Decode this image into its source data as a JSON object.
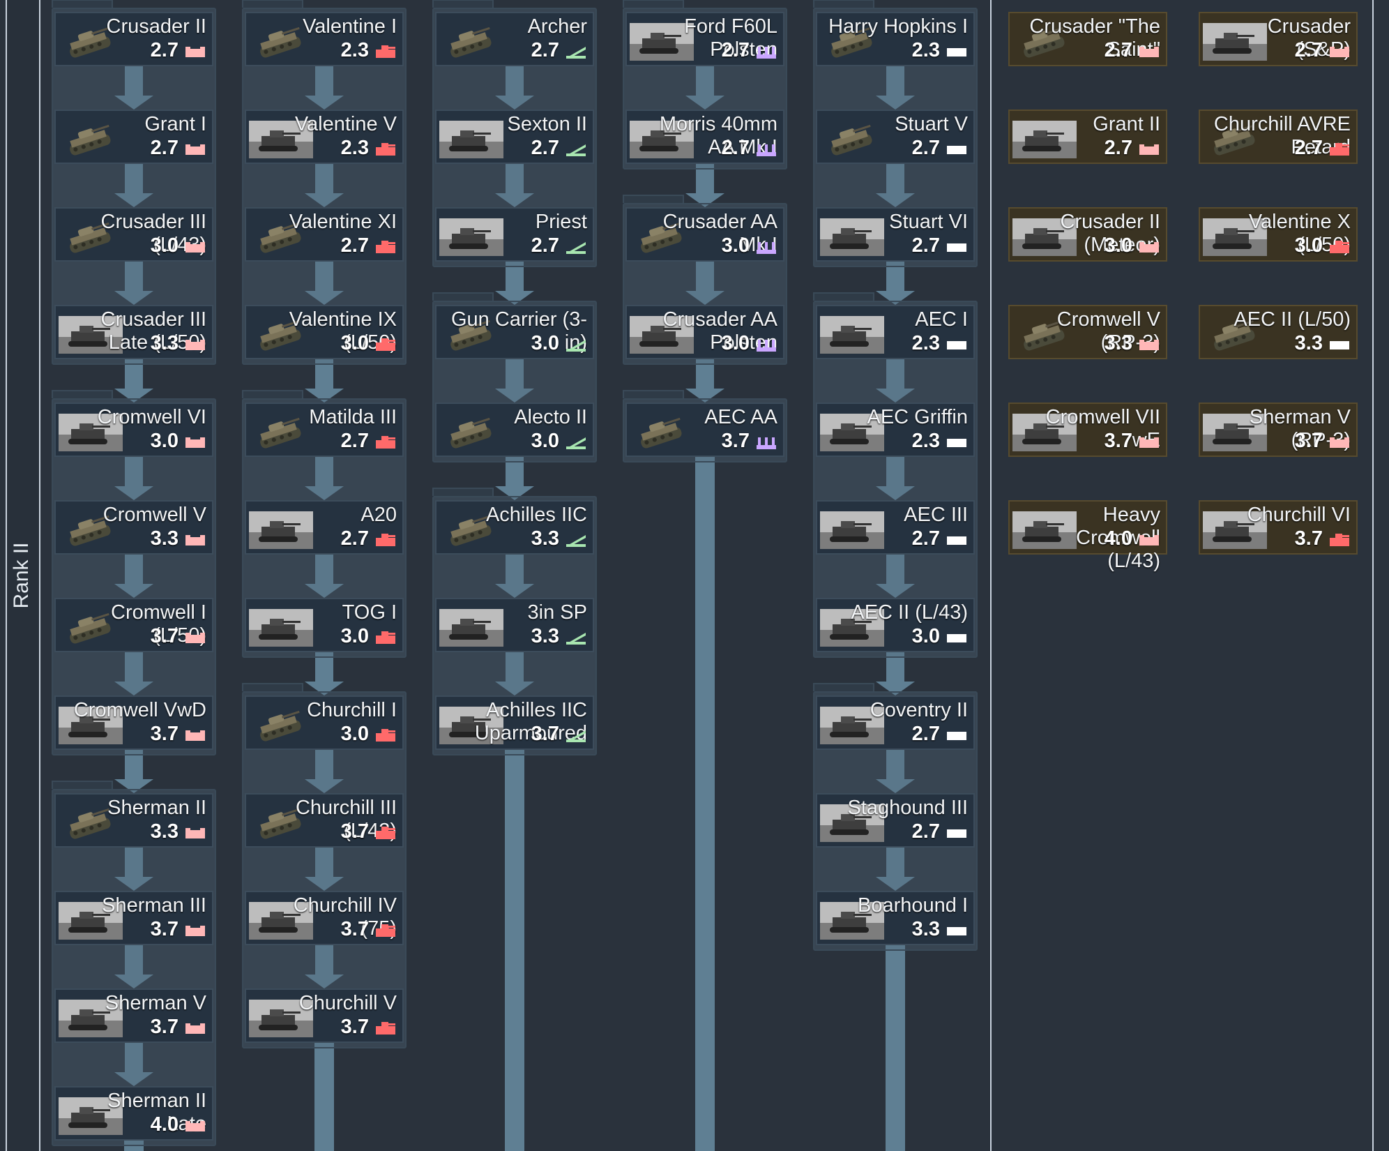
{
  "rank": {
    "label": "Rank II"
  },
  "colors": {
    "heavy": "#ff6a6a",
    "medium": "#ffb7b7",
    "light": "#ffffff",
    "td": "#a8e6b0",
    "spaa": "#c9a6ff",
    "standard_card": "#253240",
    "premium_card": "#3a3322"
  },
  "columns": [
    {
      "id": "col1",
      "vehicles": [
        {
          "name": "Crusader II",
          "br": "2.7",
          "class": "medium",
          "thumb": "tank-icon"
        },
        {
          "name": "Grant I",
          "br": "2.7",
          "class": "medium",
          "thumb": "tank-icon"
        },
        {
          "name": "Crusader III (L/43)",
          "br": "3.0",
          "class": "medium",
          "thumb": "tank-icon"
        },
        {
          "name": "Crusader III Late (L/50)",
          "br": "3.3",
          "class": "medium",
          "thumb": "photo"
        },
        {
          "name": "Cromwell VI",
          "br": "3.0",
          "class": "medium",
          "thumb": "photo"
        },
        {
          "name": "Cromwell V",
          "br": "3.3",
          "class": "medium",
          "thumb": "tank-icon"
        },
        {
          "name": "Cromwell I (L/50)",
          "br": "3.7",
          "class": "medium",
          "thumb": "tank-icon"
        },
        {
          "name": "Cromwell VwD",
          "br": "3.7",
          "class": "medium",
          "thumb": "photo"
        },
        {
          "name": "Sherman II",
          "br": "3.3",
          "class": "medium",
          "thumb": "tank-icon"
        },
        {
          "name": "Sherman III",
          "br": "3.7",
          "class": "medium",
          "thumb": "photo"
        },
        {
          "name": "Sherman V",
          "br": "3.7",
          "class": "medium",
          "thumb": "photo"
        },
        {
          "name": "Sherman II Late",
          "br": "4.0",
          "class": "medium",
          "thumb": "photo"
        }
      ]
    },
    {
      "id": "col2",
      "vehicles": [
        {
          "name": "Valentine I",
          "br": "2.3",
          "class": "heavy",
          "thumb": "tank-icon"
        },
        {
          "name": "Valentine V",
          "br": "2.3",
          "class": "heavy",
          "thumb": "photo"
        },
        {
          "name": "Valentine XI",
          "br": "2.7",
          "class": "heavy",
          "thumb": "tank-icon"
        },
        {
          "name": "Valentine IX (L/50)",
          "br": "3.0",
          "class": "heavy",
          "thumb": "tank-icon"
        },
        {
          "name": "Matilda III",
          "br": "2.7",
          "class": "heavy",
          "thumb": "tank-icon"
        },
        {
          "name": "A20",
          "br": "2.7",
          "class": "heavy",
          "thumb": "photo"
        },
        {
          "name": "TOG I",
          "br": "3.0",
          "class": "heavy",
          "thumb": "photo"
        },
        {
          "name": "Churchill I",
          "br": "3.0",
          "class": "heavy",
          "thumb": "tank-icon"
        },
        {
          "name": "Churchill III (L/43)",
          "br": "3.7",
          "class": "heavy",
          "thumb": "tank-icon"
        },
        {
          "name": "Churchill IV (75)",
          "br": "3.7",
          "class": "heavy",
          "thumb": "photo"
        },
        {
          "name": "Churchill V",
          "br": "3.7",
          "class": "heavy",
          "thumb": "photo"
        }
      ]
    },
    {
      "id": "col3",
      "vehicles": [
        {
          "name": "Archer",
          "br": "2.7",
          "class": "td",
          "thumb": "tank-icon"
        },
        {
          "name": "Sexton II",
          "br": "2.7",
          "class": "td",
          "thumb": "photo"
        },
        {
          "name": "Priest",
          "br": "2.7",
          "class": "td",
          "thumb": "photo"
        },
        {
          "name": "Gun Carrier (3-in)",
          "br": "3.0",
          "class": "td",
          "thumb": "tank-icon"
        },
        {
          "name": "Alecto II",
          "br": "3.0",
          "class": "td",
          "thumb": "tank-icon"
        },
        {
          "name": "Achilles IIC",
          "br": "3.3",
          "class": "td",
          "thumb": "tank-icon"
        },
        {
          "name": "3in SP",
          "br": "3.3",
          "class": "td",
          "thumb": "photo"
        },
        {
          "name": "Achilles IIC Uparmoured",
          "br": "3.7",
          "class": "td",
          "thumb": "photo"
        }
      ]
    },
    {
      "id": "col4",
      "vehicles": [
        {
          "name": "Ford F60L Polsten",
          "br": "2.7",
          "class": "spaa",
          "thumb": "photo"
        },
        {
          "name": "Morris 40mm AA Mk I",
          "br": "2.7",
          "class": "spaa",
          "thumb": "photo"
        },
        {
          "name": "Crusader AA Mk I",
          "br": "3.0",
          "class": "spaa",
          "thumb": "tank-icon"
        },
        {
          "name": "Crusader AA Polsten",
          "br": "3.0",
          "class": "spaa",
          "thumb": "photo"
        },
        {
          "name": "AEC AA",
          "br": "3.7",
          "class": "spaa",
          "thumb": "tank-icon"
        }
      ]
    },
    {
      "id": "col5",
      "vehicles": [
        {
          "name": "Harry Hopkins I",
          "br": "2.3",
          "class": "light",
          "thumb": "tank-icon"
        },
        {
          "name": "Stuart V",
          "br": "2.7",
          "class": "light",
          "thumb": "tank-icon"
        },
        {
          "name": "Stuart VI",
          "br": "2.7",
          "class": "light",
          "thumb": "photo"
        },
        {
          "name": "AEC I",
          "br": "2.3",
          "class": "light",
          "thumb": "photo"
        },
        {
          "name": "AEC Griffin",
          "br": "2.3",
          "class": "light",
          "thumb": "photo"
        },
        {
          "name": "AEC III",
          "br": "2.7",
          "class": "light",
          "thumb": "photo"
        },
        {
          "name": "AEC II (L/43)",
          "br": "3.0",
          "class": "light",
          "thumb": "photo"
        },
        {
          "name": "Coventry II",
          "br": "2.7",
          "class": "light",
          "thumb": "photo"
        },
        {
          "name": "Staghound III",
          "br": "2.7",
          "class": "light",
          "thumb": "photo"
        },
        {
          "name": "Boarhound I",
          "br": "3.3",
          "class": "light",
          "thumb": "photo"
        }
      ]
    },
    {
      "id": "prem1",
      "premium": true,
      "vehicles": [
        {
          "name": "Crusader \"The Saint\"",
          "br": "2.7",
          "class": "medium",
          "thumb": "tank-icon"
        },
        {
          "name": "Grant II",
          "br": "2.7",
          "class": "medium",
          "thumb": "photo"
        },
        {
          "name": "Crusader II (Meteor)",
          "br": "3.0",
          "class": "medium",
          "thumb": "photo"
        },
        {
          "name": "Cromwell V (RP-3)",
          "br": "3.3",
          "class": "medium",
          "thumb": "tank-icon"
        },
        {
          "name": "Cromwell VII wE",
          "br": "3.7",
          "class": "medium",
          "thumb": "photo"
        },
        {
          "name": "Heavy Cromwell (L/43)",
          "br": "4.0",
          "class": "medium",
          "thumb": "photo"
        }
      ]
    },
    {
      "id": "prem2",
      "premium": true,
      "vehicles": [
        {
          "name": "Crusader (S&P)",
          "br": "2.7",
          "class": "medium",
          "thumb": "photo"
        },
        {
          "name": "Churchill AVRE Petard",
          "br": "2.7",
          "class": "heavy",
          "thumb": "tank-icon"
        },
        {
          "name": "Valentine X (L/50)",
          "br": "3.0",
          "class": "heavy",
          "thumb": "photo"
        },
        {
          "name": "AEC II (L/50)",
          "br": "3.3",
          "class": "light",
          "thumb": "tank-icon"
        },
        {
          "name": "Sherman V (RP-3)",
          "br": "3.7",
          "class": "medium",
          "thumb": "photo"
        },
        {
          "name": "Churchill VI",
          "br": "3.7",
          "class": "heavy",
          "thumb": "photo"
        }
      ]
    }
  ]
}
